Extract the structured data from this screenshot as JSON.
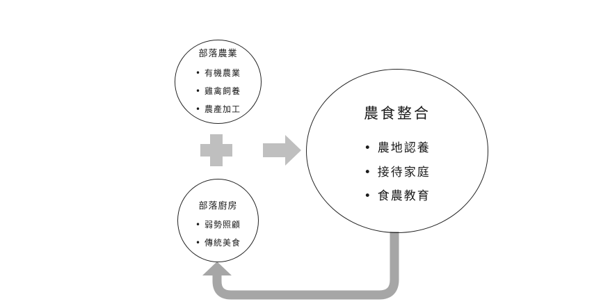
{
  "colors": {
    "arrow": "#bfbfbf",
    "loop_arrow": "#a6a6a6",
    "stroke": "#222222"
  },
  "agriculture": {
    "title": "部落農業",
    "items": [
      "• 有機農業",
      "• 雞禽飼養",
      "• 農產加工"
    ]
  },
  "kitchen": {
    "title": "部落廚房",
    "items": [
      "• 弱勢照顧",
      "• 傳統美食"
    ]
  },
  "integration": {
    "title": "農食整合",
    "items": [
      "• 農地認養",
      "• 接待家庭",
      "• 食農教育"
    ]
  },
  "icons": {
    "plus": "plus-icon",
    "right_arrow": "right-arrow-icon",
    "loop_arrow": "loop-arrow-icon"
  }
}
